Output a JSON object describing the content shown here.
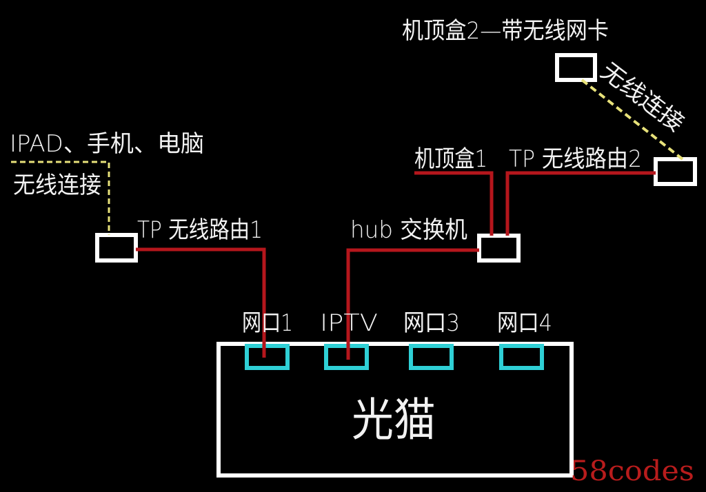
{
  "labels": {
    "stb2": "机顶盒2—带无线网卡",
    "wireless_right": "无线连接",
    "devices": "IPAD、手机、电脑",
    "wireless_left": "无线连接",
    "stb1": "机顶盒1",
    "router2": "TP 无线路由2",
    "router1": "TP 无线路由1",
    "hub": "hub 交换机",
    "port1": "网口1",
    "iptv": "IPTV",
    "port3": "网口3",
    "port4": "网口4",
    "modem": "光猫"
  },
  "watermark": "58codes",
  "colors": {
    "background": "#000000",
    "wired_line": "#b5161c",
    "wireless_line": "#e8e27a",
    "box_outline": "#ffffff",
    "port_outline": "#2fd0d6",
    "text": "#f2f2f2",
    "watermark": "#b81c1c"
  }
}
